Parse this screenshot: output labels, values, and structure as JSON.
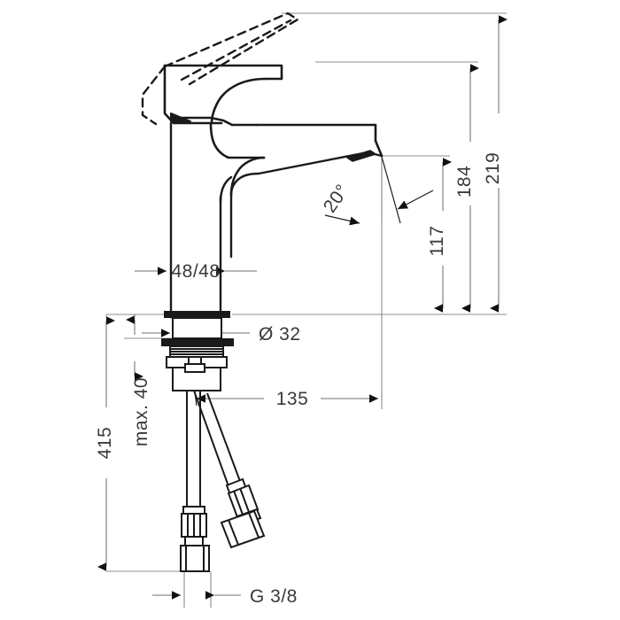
{
  "drawing": {
    "type": "technical-dimension-drawing",
    "subject": "single-lever basin mixer faucet",
    "background_color": "#ffffff",
    "outline_color": "#1a1a1a",
    "dimension_line_color": "#808080",
    "dimension_text_color": "#3a3a3a"
  },
  "dimensions": {
    "height_total": "219",
    "height_spout_top": "184",
    "height_spout_outlet": "117",
    "handle_clearance": "48/48",
    "body_diameter": "Ø 32",
    "spout_reach": "135",
    "max_thickness": "max. 40",
    "hose_length": "415",
    "thread_size": "G 3/8",
    "spout_angle": "20°"
  },
  "labels": [
    {
      "id": "angle-20",
      "text": "20°",
      "rotated": true
    },
    {
      "id": "height-117",
      "text": "117",
      "rotated": true
    },
    {
      "id": "height-184",
      "text": "184",
      "rotated": true
    },
    {
      "id": "height-219",
      "text": "219",
      "rotated": true
    },
    {
      "id": "width-48-48",
      "text": "48/48",
      "rotated": false
    },
    {
      "id": "diameter-32",
      "text": "Ø 32",
      "rotated": false
    },
    {
      "id": "reach-135",
      "text": "135",
      "rotated": false
    },
    {
      "id": "max-40",
      "text": "max. 40",
      "rotated": true
    },
    {
      "id": "length-415",
      "text": "415",
      "rotated": true
    },
    {
      "id": "thread-g38",
      "text": "G 3/8",
      "rotated": false
    }
  ]
}
